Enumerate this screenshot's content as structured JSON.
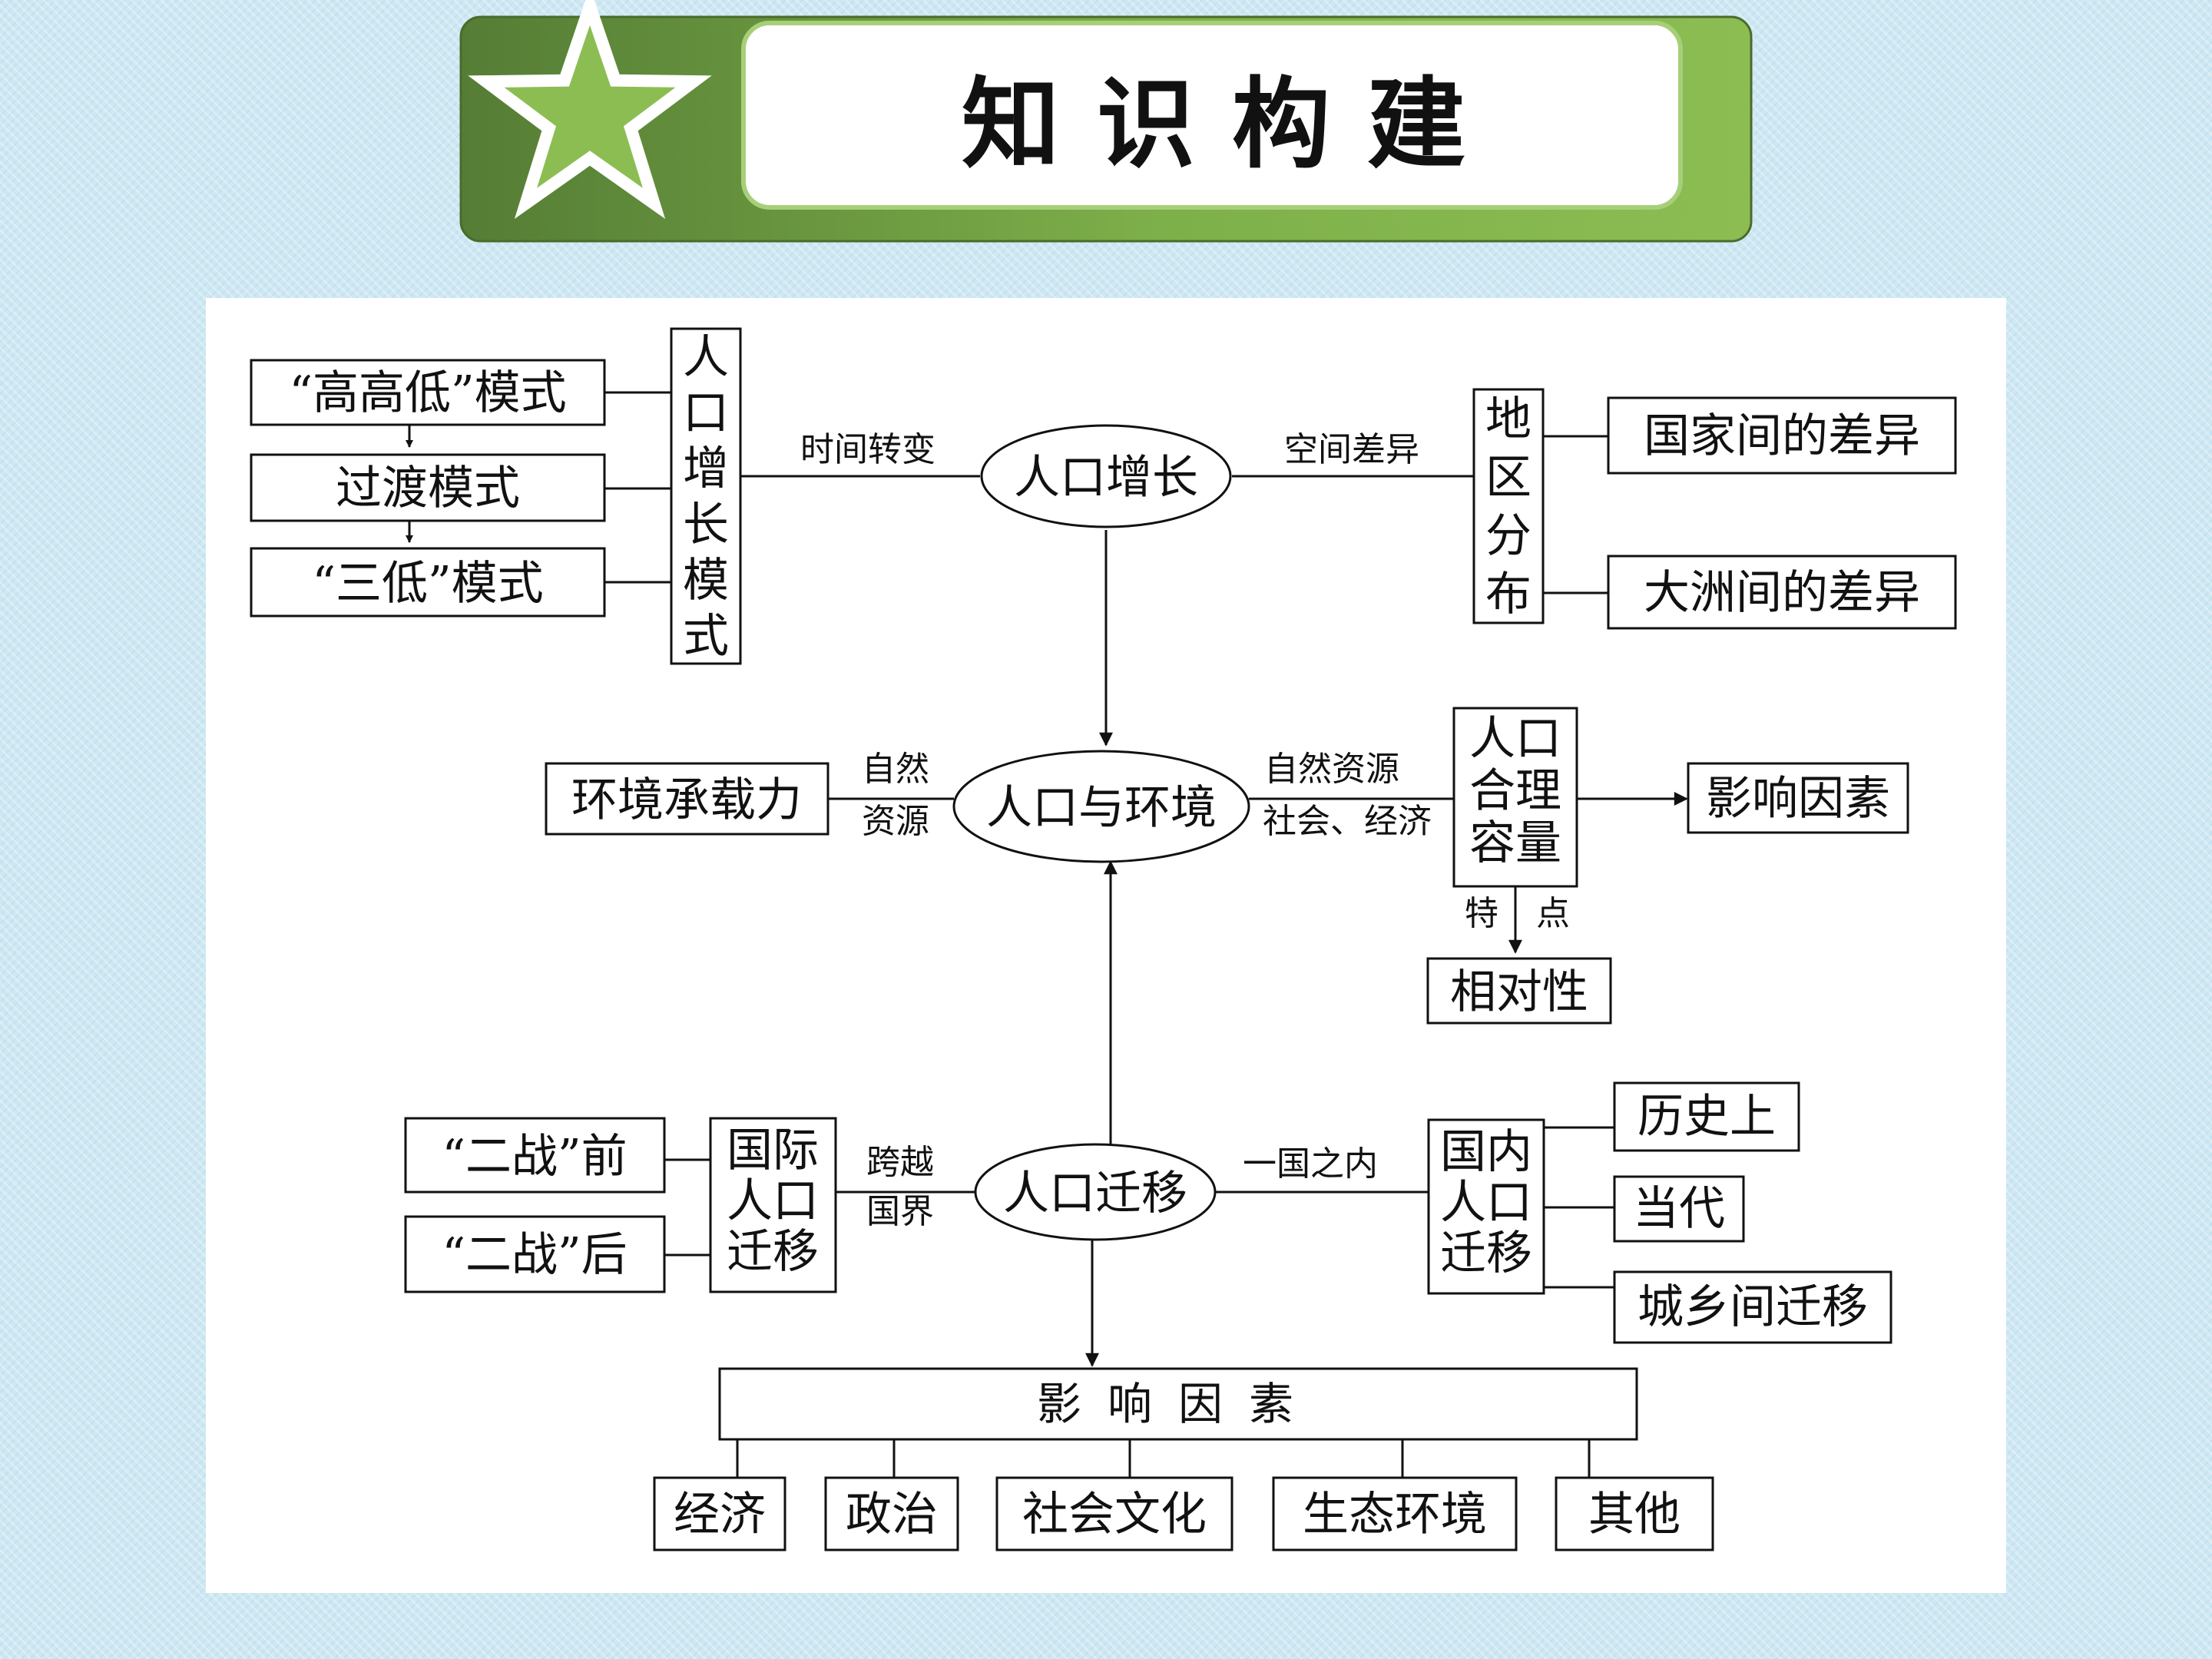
{
  "header": {
    "title": "知识构建",
    "star_icon": "star-icon",
    "colors": {
      "dark_green": "#5d8a3c",
      "light_green": "#8cbd53",
      "background": "#cde8f3"
    }
  },
  "map": {
    "growth": {
      "center": "人口增长",
      "modes_label": "人口增长模式",
      "modes": [
        "“高高低”模式",
        "过渡模式",
        "“三低”模式"
      ],
      "time_label": "时间转变",
      "space_label": "空间差异",
      "distribution_label": "地区分布",
      "differences": [
        "国家间的差异",
        "大洲间的差异"
      ]
    },
    "environment": {
      "center": "人口与环境",
      "carrying": "环境承载力",
      "left_link": [
        "自然",
        "资源"
      ],
      "right_link": [
        "自然资源",
        "社会、经济"
      ],
      "capacity": "人口合理容量",
      "factors": "影响因素",
      "feature_label": [
        "特",
        "点"
      ],
      "relativity": "相对性"
    },
    "migration": {
      "center": "人口迁移",
      "international": "国际人口迁移",
      "eras": [
        "“二战”前",
        "“二战”后"
      ],
      "left_link": [
        "跨越",
        "国界"
      ],
      "right_link": "一国之内",
      "domestic": "国内人口迁移",
      "domestic_types": [
        "历史上",
        "当代",
        "城乡间迁移"
      ],
      "factors": "影响因素",
      "factor_list": [
        "经济",
        "政治",
        "社会文化",
        "生态环境",
        "其他"
      ]
    }
  }
}
